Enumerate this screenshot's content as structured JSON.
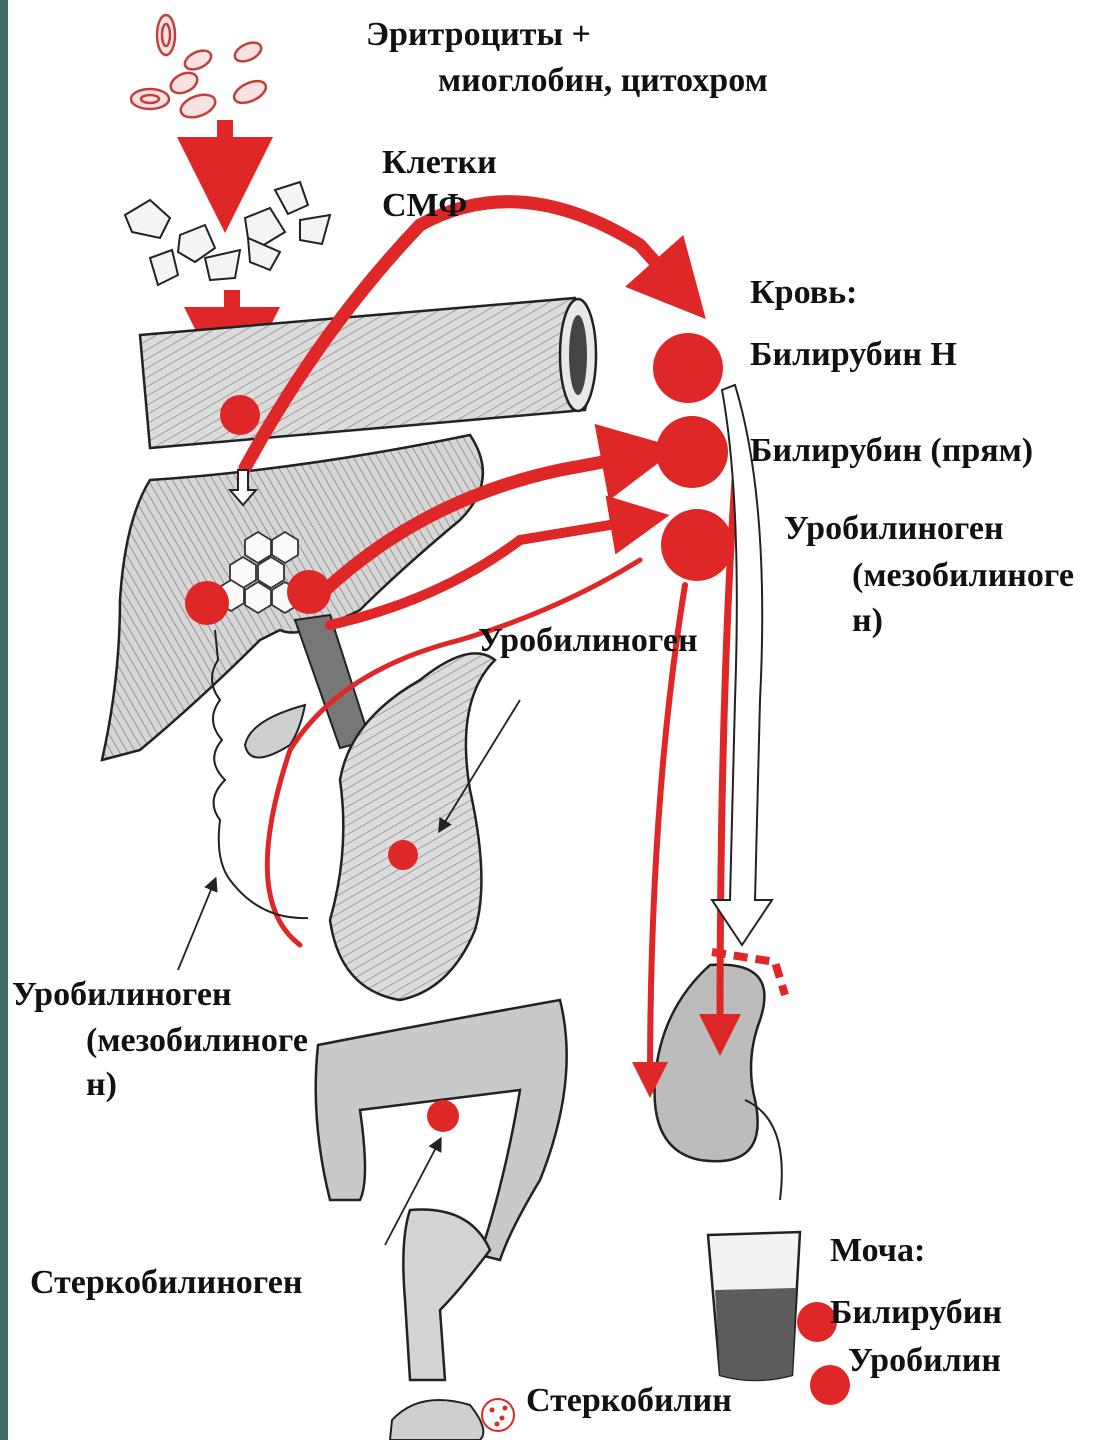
{
  "colors": {
    "accent": "#e02727",
    "ink": "#2a2a2a",
    "sidebar": "#3f6b66"
  },
  "labels": {
    "erythrocytes": "Эритроциты +",
    "myoglobin": "миоглобин, цитохром",
    "cells1": "Клетки",
    "cells2": "СМФ",
    "blood": "Кровь:",
    "bilirubin_n": "Билирубин Н",
    "bilirubin_direct": "Билирубин (прям)",
    "urobilinogen_right1": "Уробилиноген",
    "urobilinogen_right2": "(мезобилиноге",
    "urobilinogen_right3": "н)",
    "urobilinogen_mid": "Уробилиноген",
    "urobilinogen_left1": "Уробилиноген",
    "urobilinogen_left2": "(мезобилиноге",
    "urobilinogen_left3": "н)",
    "stercobilinogen": "Стеркобилиноген",
    "stercobilin": "Стеркобилин",
    "urine": "Моча:",
    "urine_bilirubin": "Билирубин",
    "urine_urobilin": "Уробилин"
  }
}
